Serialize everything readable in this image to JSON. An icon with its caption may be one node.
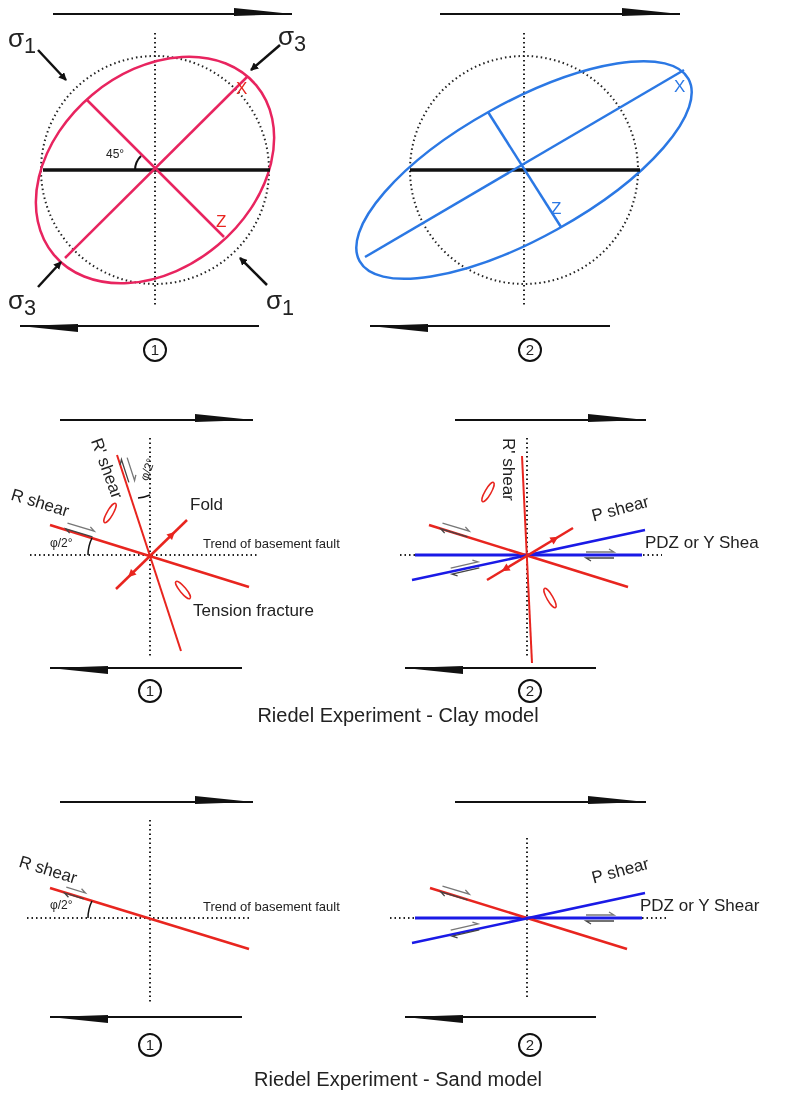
{
  "diagram": {
    "nodes": [
      {
        "text": [
          "1"
        ]
      },
      {
        "text": [
          "2"
        ]
      },
      {
        "text": [
          "1"
        ]
      },
      {
        "text": [
          "2"
        ]
      },
      {
        "text": [
          "1"
        ]
      },
      {
        "text": [
          "2"
        ]
      }
    ],
    "labels": [
      "σ$_{1}$",
      "σ$_{3}$",
      "X",
      "X",
      "45°",
      "Z",
      "Z",
      "σ$_{3}$",
      "σ$_{1}$",
      "R' shear",
      "R' shear",
      "φ/2°",
      "Fold",
      "R shear",
      "P shear",
      "φ/2°",
      "Trend of basement fault",
      "PDZ or Y Shea",
      "Tension fracture",
      "Riedel Experiment - Clay model",
      "R shear",
      "P shear",
      "φ/2°",
      "Trend of basement fault",
      "PDZ or Y Shear",
      "Riedel Experiment - Sand model"
    ]
  }
}
